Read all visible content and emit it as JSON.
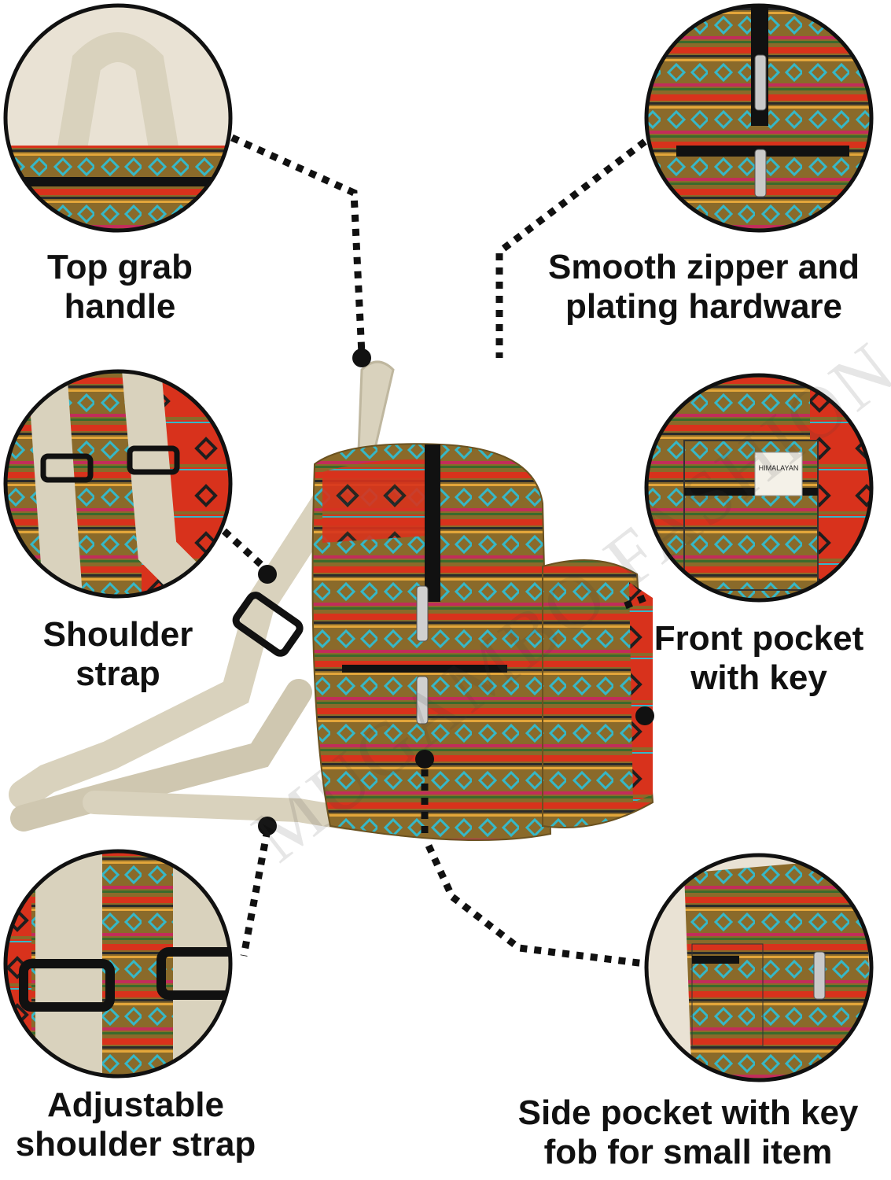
{
  "features": {
    "top_grab_handle": "Top grab\nhandle",
    "zipper_hardware": "Smooth zipper and\nplating hardware",
    "shoulder_strap": "Shoulder\nstrap",
    "front_pocket": "Front pocket\nwith key",
    "adjustable_strap": "Adjustable\nshoulder strap",
    "side_pocket": "Side pocket with key\nfob for small item"
  },
  "watermark": "MUGAMBO FASHION",
  "tag_text": "HIMALAYAN",
  "colors": {
    "fabric_brown": "#8a6a2a",
    "fabric_red": "#d8321c",
    "turquoise": "#35b8c8",
    "strap_beige": "#d9d2bd",
    "leader_black": "#111111"
  }
}
